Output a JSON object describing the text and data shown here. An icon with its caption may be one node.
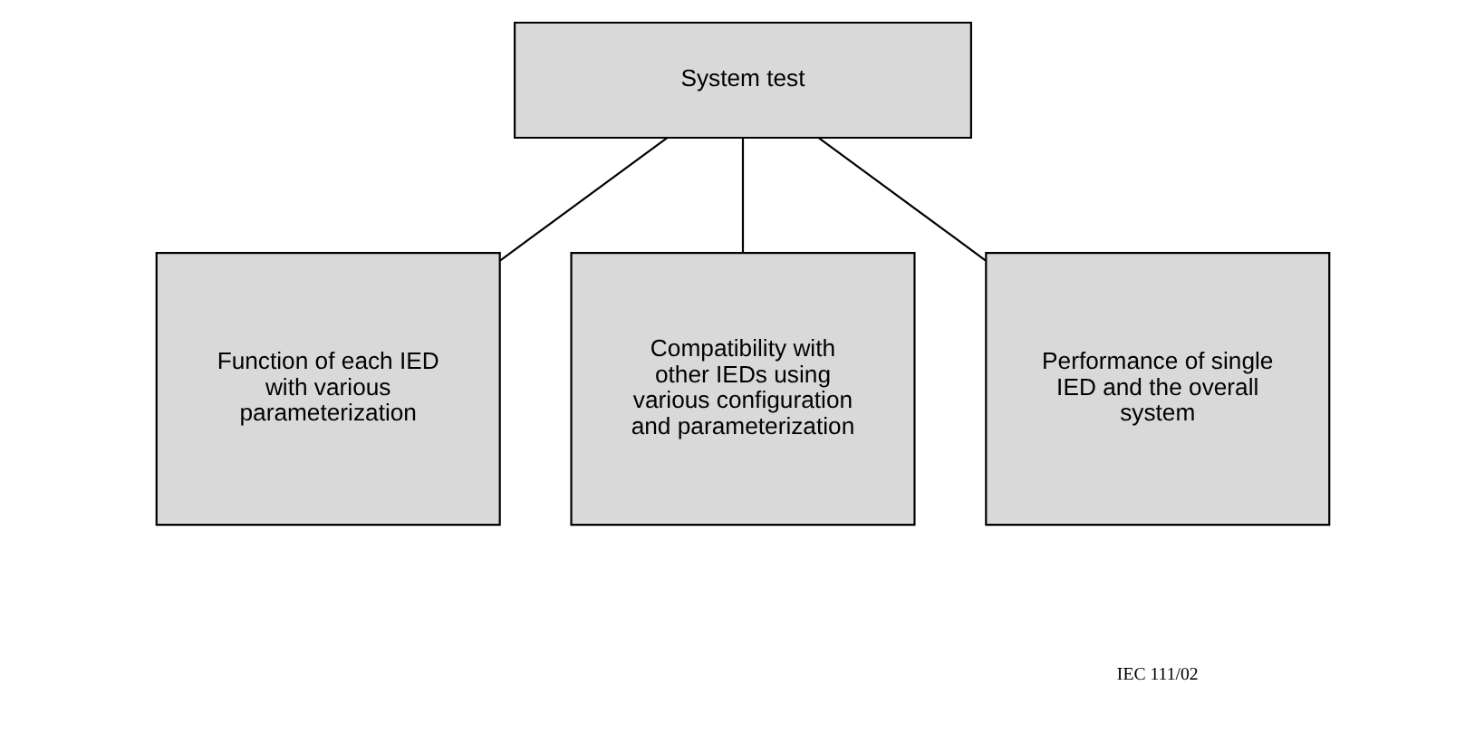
{
  "diagram": {
    "nodes": [
      {
        "text": [
          "System test"
        ]
      },
      {
        "text": [
          "Function of each IED with various parameterization"
        ]
      },
      {
        "text": [
          "Compatibility with other IEDs using various configuration and parameterization"
        ]
      },
      {
        "text": [
          "Performance of single IED and the overall system"
        ]
      }
    ],
    "edges": [
      {
        "from": 0,
        "to": 1,
        "arrow": "none"
      },
      {
        "from": 0,
        "to": 2,
        "arrow": "none"
      },
      {
        "from": 0,
        "to": 3,
        "arrow": "none"
      }
    ],
    "labels": [
      "IEC 111/02"
    ]
  }
}
